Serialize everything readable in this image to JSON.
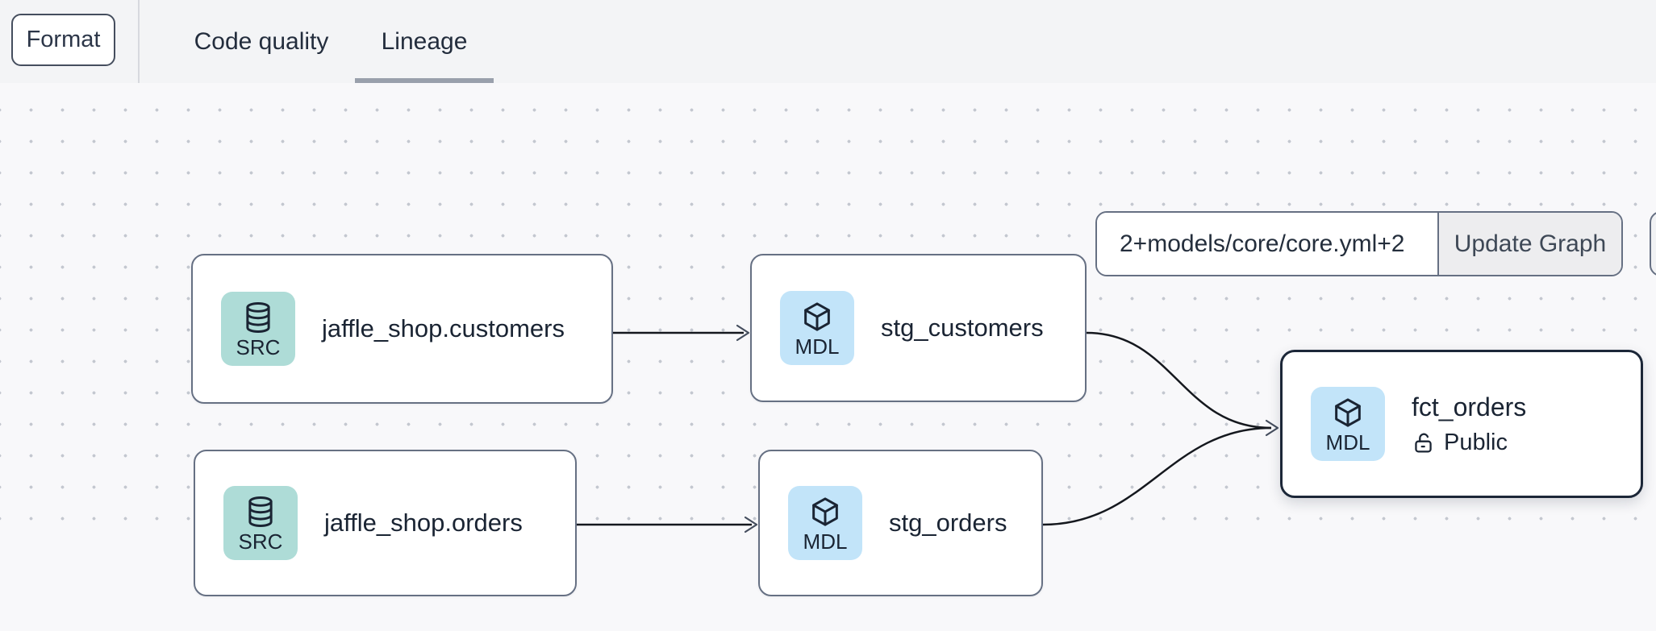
{
  "colors": {
    "topbar_bg": "#f3f4f6",
    "canvas_bg": "#f8f8fa",
    "grid_dot": "#c4c8d0",
    "node_bg": "#ffffff",
    "node_border": "#667083",
    "node_text": "#1a2433",
    "selected_border": "#1c2738",
    "source_badge_bg": "#aedcd7",
    "model_badge_bg": "#c2e4f9",
    "edge": "#15181e",
    "arrow": "#454e5e",
    "tab_underline": "#99a0ac",
    "divider": "#d7d9de",
    "button_bg": "#ededef",
    "control_border": "#667083",
    "control_text": "#3e4856"
  },
  "toolbar": {
    "format_label": "Format",
    "tabs": [
      {
        "label": "Code quality",
        "active": false
      },
      {
        "label": "Lineage",
        "active": true
      }
    ]
  },
  "graph_controls": {
    "selector_value": "2+models/core/core.yml+2",
    "update_button_label": "Update Graph"
  },
  "lineage": {
    "nodes": [
      {
        "id": "jaffle_shop.customers",
        "label": "jaffle_shop.customers",
        "badge": "SRC",
        "icon": "database-icon",
        "type": "source",
        "selected": false
      },
      {
        "id": "stg_customers",
        "label": "stg_customers",
        "badge": "MDL",
        "icon": "cube-icon",
        "type": "model",
        "selected": false
      },
      {
        "id": "jaffle_shop.orders",
        "label": "jaffle_shop.orders",
        "badge": "SRC",
        "icon": "database-icon",
        "type": "source",
        "selected": false
      },
      {
        "id": "stg_orders",
        "label": "stg_orders",
        "badge": "MDL",
        "icon": "cube-icon",
        "type": "model",
        "selected": false
      },
      {
        "id": "fct_orders",
        "label": "fct_orders",
        "badge": "MDL",
        "icon": "cube-icon",
        "type": "model",
        "selected": true,
        "access": "Public",
        "access_icon": "unlock-icon"
      }
    ],
    "edges": [
      {
        "source": "jaffle_shop.customers",
        "target": "stg_customers"
      },
      {
        "source": "jaffle_shop.orders",
        "target": "stg_orders"
      },
      {
        "source": "stg_customers",
        "target": "fct_orders"
      },
      {
        "source": "stg_orders",
        "target": "fct_orders"
      }
    ]
  }
}
